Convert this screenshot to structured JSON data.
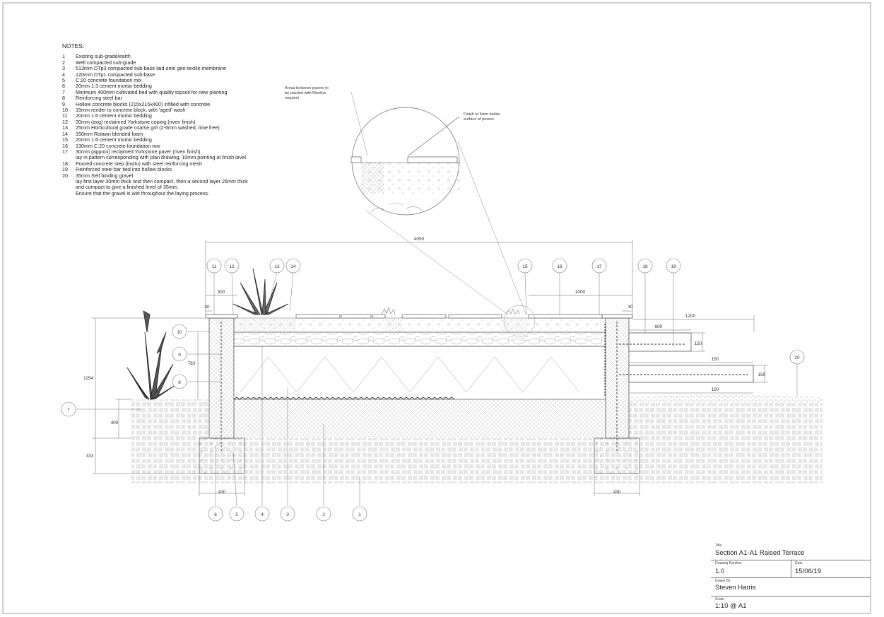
{
  "notes": {
    "heading": "NOTES:",
    "items": [
      {
        "n": "1",
        "t": "Existing sub-grade/earth"
      },
      {
        "n": "2",
        "t": "Well compacted sub-grade"
      },
      {
        "n": "3",
        "t": "513mm DTp3 compacted sub-base laid onto geo-textile membrane"
      },
      {
        "n": "4",
        "t": "120mm DTp1 compacted sub-base"
      },
      {
        "n": "5",
        "t": "C:20 concrete foundation mix"
      },
      {
        "n": "6",
        "t": "20mm 1:3 cement mortar bedding"
      },
      {
        "n": "7",
        "t": "Minimum 400mm cultivated bed with quality topsoil for new planting"
      },
      {
        "n": "8",
        "t": "Reinforcing steel bar"
      },
      {
        "n": "9",
        "t": "Hollow concrete blocks (215x215x400) infilled with concrete"
      },
      {
        "n": "10",
        "t": "15mm render to concrete block, with 'aged' wash"
      },
      {
        "n": "11",
        "t": "20mm 1:6 cement mortar bedding"
      },
      {
        "n": "12",
        "t": "30mm (avg) reclaimed Yorkstone coping (riven finish)"
      },
      {
        "n": "13",
        "t": "25mm Horticultural grade coarse grit (2-6mm washed, lime free)"
      },
      {
        "n": "14",
        "t": "150mm Rolawn blended loam"
      },
      {
        "n": "15",
        "t": "20mm 1:6 cement mortar bedding"
      },
      {
        "n": "16",
        "t": "130mm C:20 concrete foundation mix"
      },
      {
        "n": "17",
        "t": "30mm (approx) reclaimed Yorkstone paver (riven finish)"
      },
      {
        "n": "",
        "t": "lay in pattern corresponding with plan drawing, 10mm pointing at finish level"
      },
      {
        "n": "18",
        "t": "Poured concrete step (insitu) with steel reinforcing mesh"
      },
      {
        "n": "19",
        "t": "Reinforced steel bar tied into hollow blocks"
      },
      {
        "n": "20",
        "t": "35mm Self binding gravel"
      },
      {
        "n": "",
        "t": "lay first layer 30mm thick and then compact, then a second layer 25mm thick"
      },
      {
        "n": "",
        "t": "and compact to give a finished level of 35mm."
      },
      {
        "n": "",
        "t": "Ensure that the gravel is wet throughout the laying process."
      }
    ]
  },
  "detail": {
    "note_pavers_1": "Areas between pavers to",
    "note_pavers_2": "be planted with Mentha",
    "note_pavers_3": "requenii",
    "note_finish_1": "Finish to 5mm below",
    "note_finish_2": "surface of pavers"
  },
  "dimensions": {
    "d4090": "4090",
    "d300": "300",
    "d1000": "1000",
    "d30a": "30",
    "d30b": "30",
    "d1200": "1200",
    "d600": "600",
    "d150a": "150",
    "d150b": "150",
    "d150c": "150",
    "d150d": "150",
    "d1154": "1154",
    "d783": "783",
    "d400": "400",
    "d333": "333",
    "d430a": "430",
    "d430b": "430"
  },
  "callouts": {
    "c11": "11",
    "c12": "12",
    "c13": "13",
    "c14": "14",
    "c15": "15",
    "c16": "16",
    "c17": "17",
    "c18": "18",
    "c19": "19",
    "c10": "10",
    "c9": "9",
    "c8": "8",
    "c7": "7",
    "c20": "20",
    "c6": "6",
    "c5": "5",
    "c4": "4",
    "c3": "3",
    "c2": "2",
    "c1": "1"
  },
  "title_block": {
    "title_label": "Title",
    "title": "Section A1-A1  Raised Terrace",
    "drawing_number_label": "Drawing Number",
    "drawing_number": "1.0",
    "date_label": "Date",
    "date": "15/06/19",
    "drawn_by_label": "Drawn By",
    "drawn_by": "Steven Harris",
    "scale_label": "Scale",
    "scale": "1:10 @ A1"
  }
}
